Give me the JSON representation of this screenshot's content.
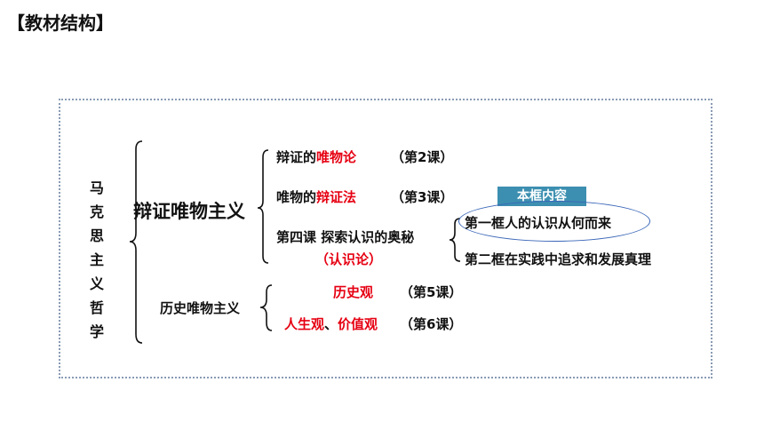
{
  "header": {
    "title": "【教材结构】"
  },
  "root": {
    "label": "马克思主义哲学"
  },
  "branch1": {
    "label": "辩证唯物主义",
    "item1": {
      "prefix": "辩证的",
      "highlight": "唯物论",
      "lesson": "（第2课）"
    },
    "item2": {
      "prefix": "唯物的",
      "highlight": "辩证法",
      "lesson": "（第3课）"
    },
    "item3": {
      "title": "第四课 探索认识的奥秘",
      "subtitle": "（认识论）",
      "badge": "本框内容",
      "sub1": "第一框人的认识从何而来",
      "sub2": "第二框在实践中追求和发展真理"
    }
  },
  "branch2": {
    "label": "历史唯物主义",
    "item1": {
      "highlight": "历史观",
      "lesson": "（第5课）"
    },
    "item2": {
      "highlight1": "人生观",
      "sep": "、",
      "highlight2": "价值观",
      "lesson": "（第6课）"
    }
  },
  "colors": {
    "highlight": "#e60012",
    "badge": "#3c8fb0",
    "oval": "#3a66b8",
    "frame": "#8a9bb5"
  }
}
